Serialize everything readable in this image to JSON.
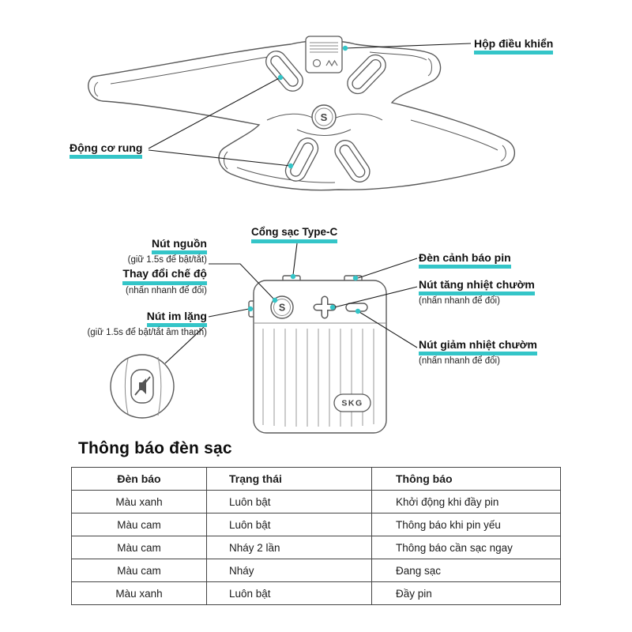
{
  "colors": {
    "accent": "#34c5c8",
    "line_art": "#5a5a5a",
    "text": "#1c1c1c"
  },
  "device_top": {
    "control_box_label": "Hộp điều khiển",
    "vibration_motor_label": "Động cơ rung",
    "s_logo": "S"
  },
  "control_box": {
    "typec_label": "Cổng sạc Type-C",
    "power_label": "Nút nguồn",
    "power_sub": "(giữ 1.5s để bật/tắt)",
    "mode_label": "Thay đổi chế độ",
    "mode_sub": "(nhấn nhanh để đổi)",
    "mute_label": "Nút im lặng",
    "mute_sub": "(giữ 1.5s để bật/tắt âm thanh)",
    "battery_led_label": "Đèn cảnh báo pin",
    "heat_up_label": "Nút tăng nhiệt chườm",
    "heat_up_sub": "(nhấn nhanh để đổi)",
    "heat_down_label": "Nút giảm nhiệt chườm",
    "heat_down_sub": "(nhấn nhanh để đổi)",
    "s_button": "S",
    "brand_logo": "SKG"
  },
  "charge_table": {
    "title": "Thông báo đèn sạc",
    "headers": [
      "Đèn báo",
      "Trạng thái",
      "Thông báo"
    ],
    "rows": [
      [
        "Màu xanh",
        "Luôn bật",
        "Khởi động khi đầy pin"
      ],
      [
        "Màu cam",
        "Luôn bật",
        "Thông báo khi pin yếu"
      ],
      [
        "Màu cam",
        "Nháy 2 lần",
        "Thông báo cần sạc ngay"
      ],
      [
        "Màu cam",
        "Nháy",
        "Đang sạc"
      ],
      [
        "Màu xanh",
        "Luôn bật",
        "Đầy pin"
      ]
    ]
  }
}
